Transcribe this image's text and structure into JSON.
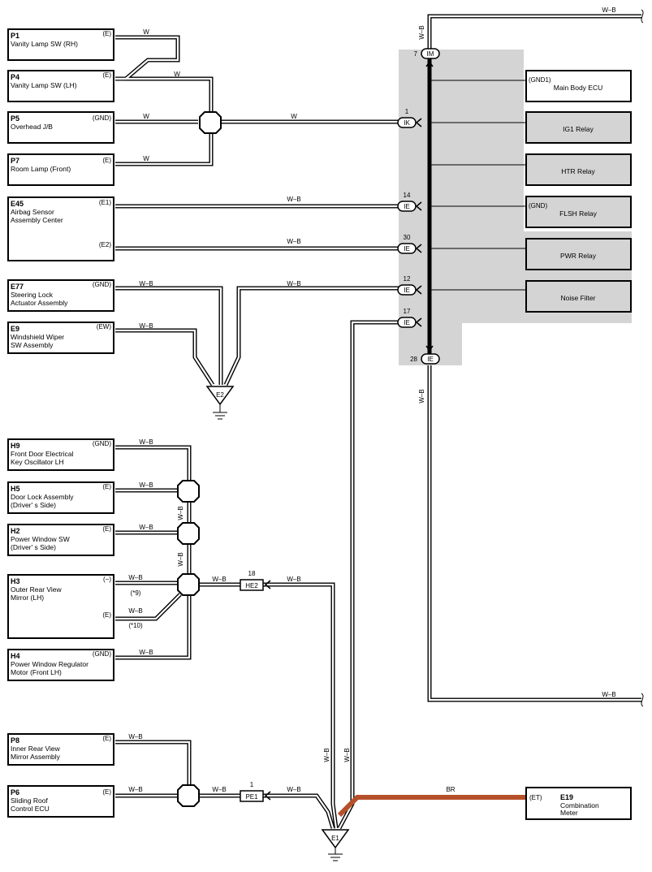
{
  "left_components": [
    {
      "code": "P1",
      "line1": "Vanity Lamp SW (RH)",
      "line2": "",
      "line3": "",
      "pin": "(E)"
    },
    {
      "code": "P4",
      "line1": "Vanity Lamp SW (LH)",
      "line2": "",
      "line3": "",
      "pin": "(E)"
    },
    {
      "code": "P5",
      "line1": "Overhead J/B",
      "line2": "",
      "line3": "",
      "pin": "(GND)"
    },
    {
      "code": "P7",
      "line1": "Room Lamp (Front)",
      "line2": "",
      "line3": "",
      "pin": "(E)"
    },
    {
      "code": "E45",
      "line1": "Airbag Sensor",
      "line2": "Assembly Center",
      "line3": "",
      "pin": "(E1)",
      "pin2": "(E2)"
    },
    {
      "code": "E77",
      "line1": "Steering Lock",
      "line2": "Actuator Assembly",
      "line3": "",
      "pin": "(GND)"
    },
    {
      "code": "E9",
      "line1": "Windshield Wiper",
      "line2": "SW Assembly",
      "line3": "",
      "pin": "(EW)"
    },
    {
      "code": "H9",
      "line1": "Front Door Electrical",
      "line2": "Key Oscillator LH",
      "line3": "",
      "pin": "(GND)"
    },
    {
      "code": "H5",
      "line1": "Door Lock Assembly",
      "line2": "(Driver' s Side)",
      "line3": "",
      "pin": "(E)"
    },
    {
      "code": "H2",
      "line1": "Power Window SW",
      "line2": "(Driver' s Side)",
      "line3": "",
      "pin": "(E)"
    },
    {
      "code": "H3",
      "line1": "Outer Rear View",
      "line2": "Mirror (LH)",
      "line3": "",
      "pin": "(−)",
      "pin2": "(E)"
    },
    {
      "code": "H4",
      "line1": "Power Window Regulator",
      "line2": "Motor (Front LH)",
      "line3": "",
      "pin": "(GND)"
    },
    {
      "code": "P8",
      "line1": "Inner Rear View",
      "line2": "Mirror Assembly",
      "line3": "",
      "pin": "(E)"
    },
    {
      "code": "P6",
      "line1": "Sliding Roof",
      "line2": "Control ECU",
      "line3": "",
      "pin": "(E)"
    }
  ],
  "right_components": [
    {
      "pin": "(GND1)",
      "label": "Main Body ECU"
    },
    {
      "pin": "",
      "label": "IG1 Relay"
    },
    {
      "pin": "",
      "label": "HTR Relay"
    },
    {
      "pin": "(GND)",
      "label": "FLSH Relay"
    },
    {
      "pin": "",
      "label": "PWR Relay"
    },
    {
      "pin": "",
      "label": "Noise Filter"
    }
  ],
  "combination_meter": {
    "code": "E19",
    "line1": "Combination",
    "line2": "Meter",
    "pin": "(ET)"
  },
  "connectors": [
    {
      "num": "7",
      "name": "IM"
    },
    {
      "num": "1",
      "name": "IK"
    },
    {
      "num": "14",
      "name": "IE"
    },
    {
      "num": "30",
      "name": "IE"
    },
    {
      "num": "12",
      "name": "IE"
    },
    {
      "num": "17",
      "name": "IE"
    },
    {
      "num": "28",
      "name": "IE"
    },
    {
      "num": "18",
      "name": "HE2"
    },
    {
      "num": "1",
      "name": "PE1"
    }
  ],
  "grounds": {
    "e2": "E2",
    "e1": "E1"
  },
  "wire_colors": {
    "w": "W",
    "wb": "W–B",
    "br": "BR"
  },
  "notes": {
    "n9": "(*9)",
    "n10": "(*10)"
  },
  "colors": {
    "junction_block": "#d4d4d4",
    "br_wire": "#b5502a",
    "relay_fill": "#d4d4d4"
  }
}
